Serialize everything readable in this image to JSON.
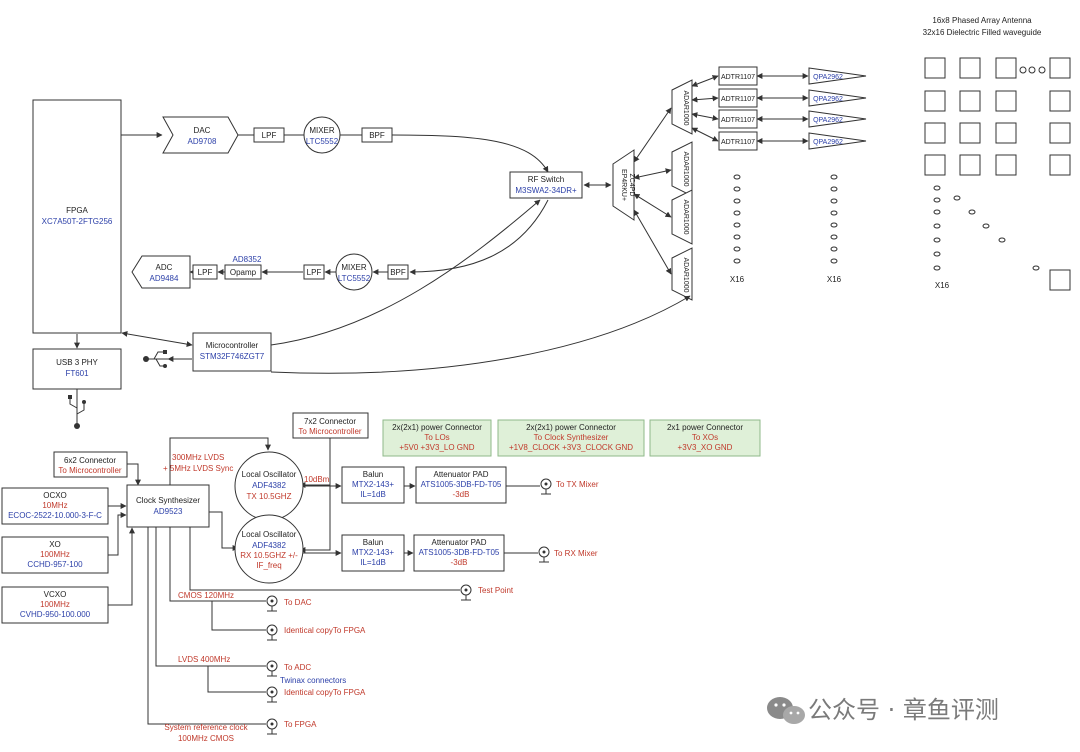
{
  "antenna": {
    "line1": "16x8 Phased Array Antenna",
    "line2": "32x16 Dielectric Filled waveguide",
    "count": "X16"
  },
  "fpga": {
    "name": "FPGA",
    "part": "XC7A50T-2FTG256"
  },
  "dac": {
    "name": "DAC",
    "part": "AD9708"
  },
  "adc": {
    "name": "ADC",
    "part": "AD9484"
  },
  "lpf": "LPF",
  "bpf": "BPF",
  "opamp": "Opamp",
  "opamp_part": "AD8352",
  "mixer": {
    "name": "MIXER",
    "part": "LTC5552"
  },
  "rfswitch": {
    "name": "RF Switch",
    "part": "M3SWA2-34DR+"
  },
  "splitter": "EP4RKU+",
  "splitter2": "ZC4PD",
  "adar": "ADAR1000",
  "adtr": "ADTR1107",
  "qpa": "QPA2962",
  "x16": "X16",
  "mcu": {
    "name": "Microcontroller",
    "part": "STM32F746ZGT7"
  },
  "usb": {
    "name": "USB 3 PHY",
    "part": "FT601"
  },
  "conn7x2": {
    "name": "7x2 Connector",
    "sub": "To Microcontroller"
  },
  "conn6x2": {
    "name": "6x2 Connector",
    "sub": "To Microcontroller"
  },
  "pwr1": {
    "name": "2x(2x1) power Connector",
    "sub": "To LOs",
    "rails": "+5V0  +3V3_LO  GND"
  },
  "pwr2": {
    "name": "2x(2x1) power Connector",
    "sub": "To Clock Synthesizer",
    "rails": "+1V8_CLOCK  +3V3_CLOCK  GND"
  },
  "pwr3": {
    "name": "2x1 power Connector",
    "sub": "To XOs",
    "rails": "+3V3_XO  GND"
  },
  "ocxo": {
    "name": "OCXO",
    "freq": "10MHz",
    "part": "ECOC-2522-10.000-3-F-C"
  },
  "xo": {
    "name": "XO",
    "freq": "100MHz",
    "part": "CCHD-957-100"
  },
  "vcxo": {
    "name": "VCXO",
    "freq": "100MHz",
    "part": "CVHD-950-100.000"
  },
  "clk": {
    "name": "Clock Synthesizer",
    "part": "AD9523"
  },
  "lo_tx": {
    "name": "Local Oscillator",
    "part": "ADF4382",
    "sub": "TX 10.5GHZ"
  },
  "lo_rx": {
    "name": "Local Oscillator",
    "part": "ADF4382",
    "sub": "RX 10.5GHZ +/-",
    "sub2": "IF_freq"
  },
  "lvds": {
    "l1": "300MHz LVDS",
    "l2": "+ 5MHz LVDS Sync"
  },
  "dbm": "10dBm",
  "balun": {
    "name": "Balun",
    "part": "MTX2-143+",
    "il": "IL=1dB"
  },
  "att": {
    "name": "Attenuator PAD",
    "part": "ATS1005-3DB-FD-T05",
    "val": "-3dB"
  },
  "to_tx": "To TX Mixer",
  "to_rx": "To RX Mixer",
  "test_point": "Test Point",
  "cmos": "CMOS 120MHz",
  "to_dac": "To DAC",
  "copy": "Identical copyTo FPGA",
  "lvds400": "LVDS 400MHz",
  "to_adc": "To ADC",
  "twinax": "Twinax connectors",
  "sysref": {
    "l1": "System reference clock",
    "l2": "100MHz CMOS"
  },
  "to_fpga": "To FPGA",
  "watermark": "公众号 · 章鱼评测"
}
